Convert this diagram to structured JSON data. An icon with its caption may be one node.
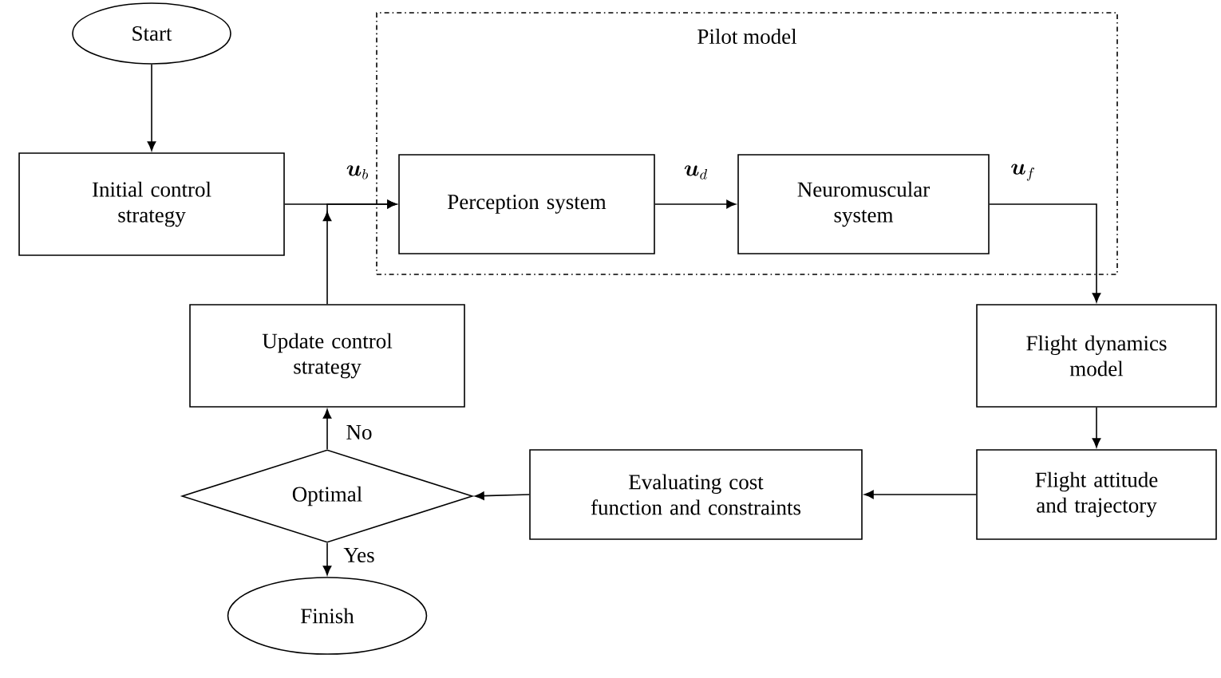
{
  "diagram": {
    "nodes": [
      {
        "text": [
          "Start"
        ]
      },
      {
        "text": [
          "Initial control strategy"
        ]
      },
      {
        "text": [
          "Pilot model"
        ]
      },
      {
        "text": [
          "Perception system"
        ],
        "in": 2
      },
      {
        "text": [
          "Neuromuscular system"
        ],
        "in": 2
      },
      {
        "text": [
          "Update control strategy"
        ]
      },
      {
        "text": [
          "Flight dynamics model"
        ]
      },
      {
        "text": [
          "Optimal"
        ]
      },
      {
        "text": [
          "Evaluating cost function and constraints"
        ]
      },
      {
        "text": [
          "Flight attitude and trajectory"
        ]
      },
      {
        "text": [
          "Finish"
        ]
      }
    ],
    "edges": [
      {
        "from": 0,
        "to": 1,
        "arrow": "to"
      },
      {
        "from": 1,
        "to": 3,
        "arrow": "to",
        "label": "\\boldsymbol{u}_b"
      },
      {
        "from": 5,
        "to": 3,
        "arrow": "to"
      },
      {
        "from": 3,
        "to": 4,
        "arrow": "to",
        "label": "\\boldsymbol{u}_d"
      },
      {
        "from": 4,
        "to": 6,
        "arrow": "to",
        "label": "\\boldsymbol{u}_f"
      },
      {
        "from": 6,
        "to": 9,
        "arrow": "to"
      },
      {
        "from": 9,
        "to": 8,
        "arrow": "to"
      },
      {
        "from": 8,
        "to": 7,
        "arrow": "to"
      },
      {
        "from": 7,
        "to": 5,
        "arrow": "to",
        "label": "No"
      },
      {
        "from": 7,
        "to": 10,
        "arrow": "to",
        "label": "Yes"
      }
    ]
  }
}
